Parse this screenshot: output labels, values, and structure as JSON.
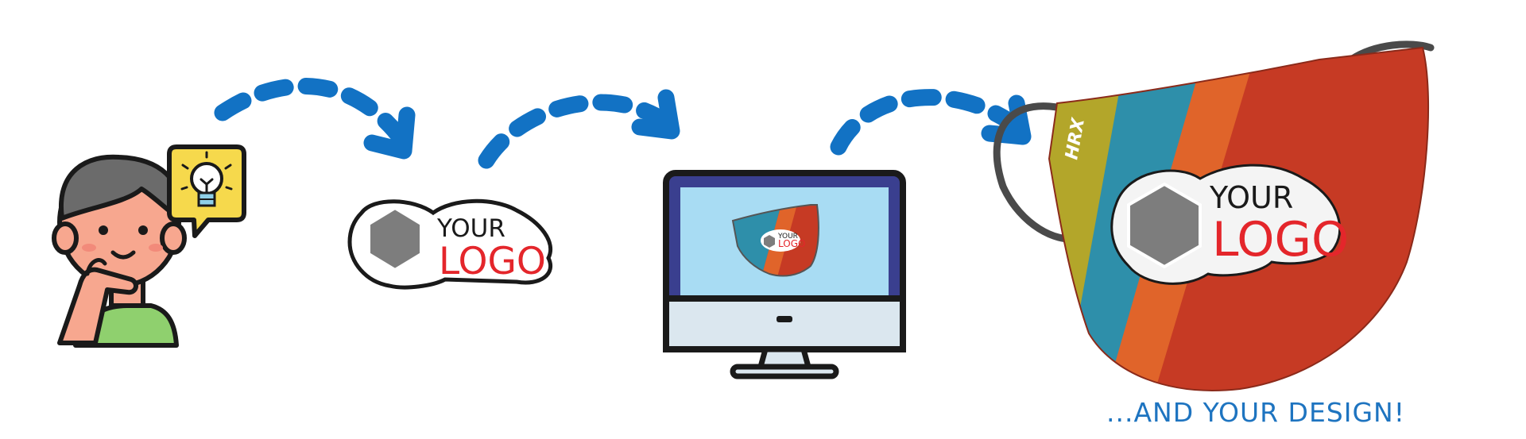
{
  "logo": {
    "line1": "YOUR",
    "line2": "LOGO"
  },
  "mask_brand": "HRX",
  "tagline": "...AND YOUR DESIGN!",
  "colors": {
    "arrow": "#1272c4",
    "logo_red": "#e4262b",
    "tagline": "#1e74c0",
    "mask_stripes": [
      "#b3a62a",
      "#2e8faa",
      "#e0642a",
      "#c63a24"
    ]
  },
  "icons": [
    "person-thinking-icon",
    "lightbulb-icon",
    "monitor-icon"
  ]
}
